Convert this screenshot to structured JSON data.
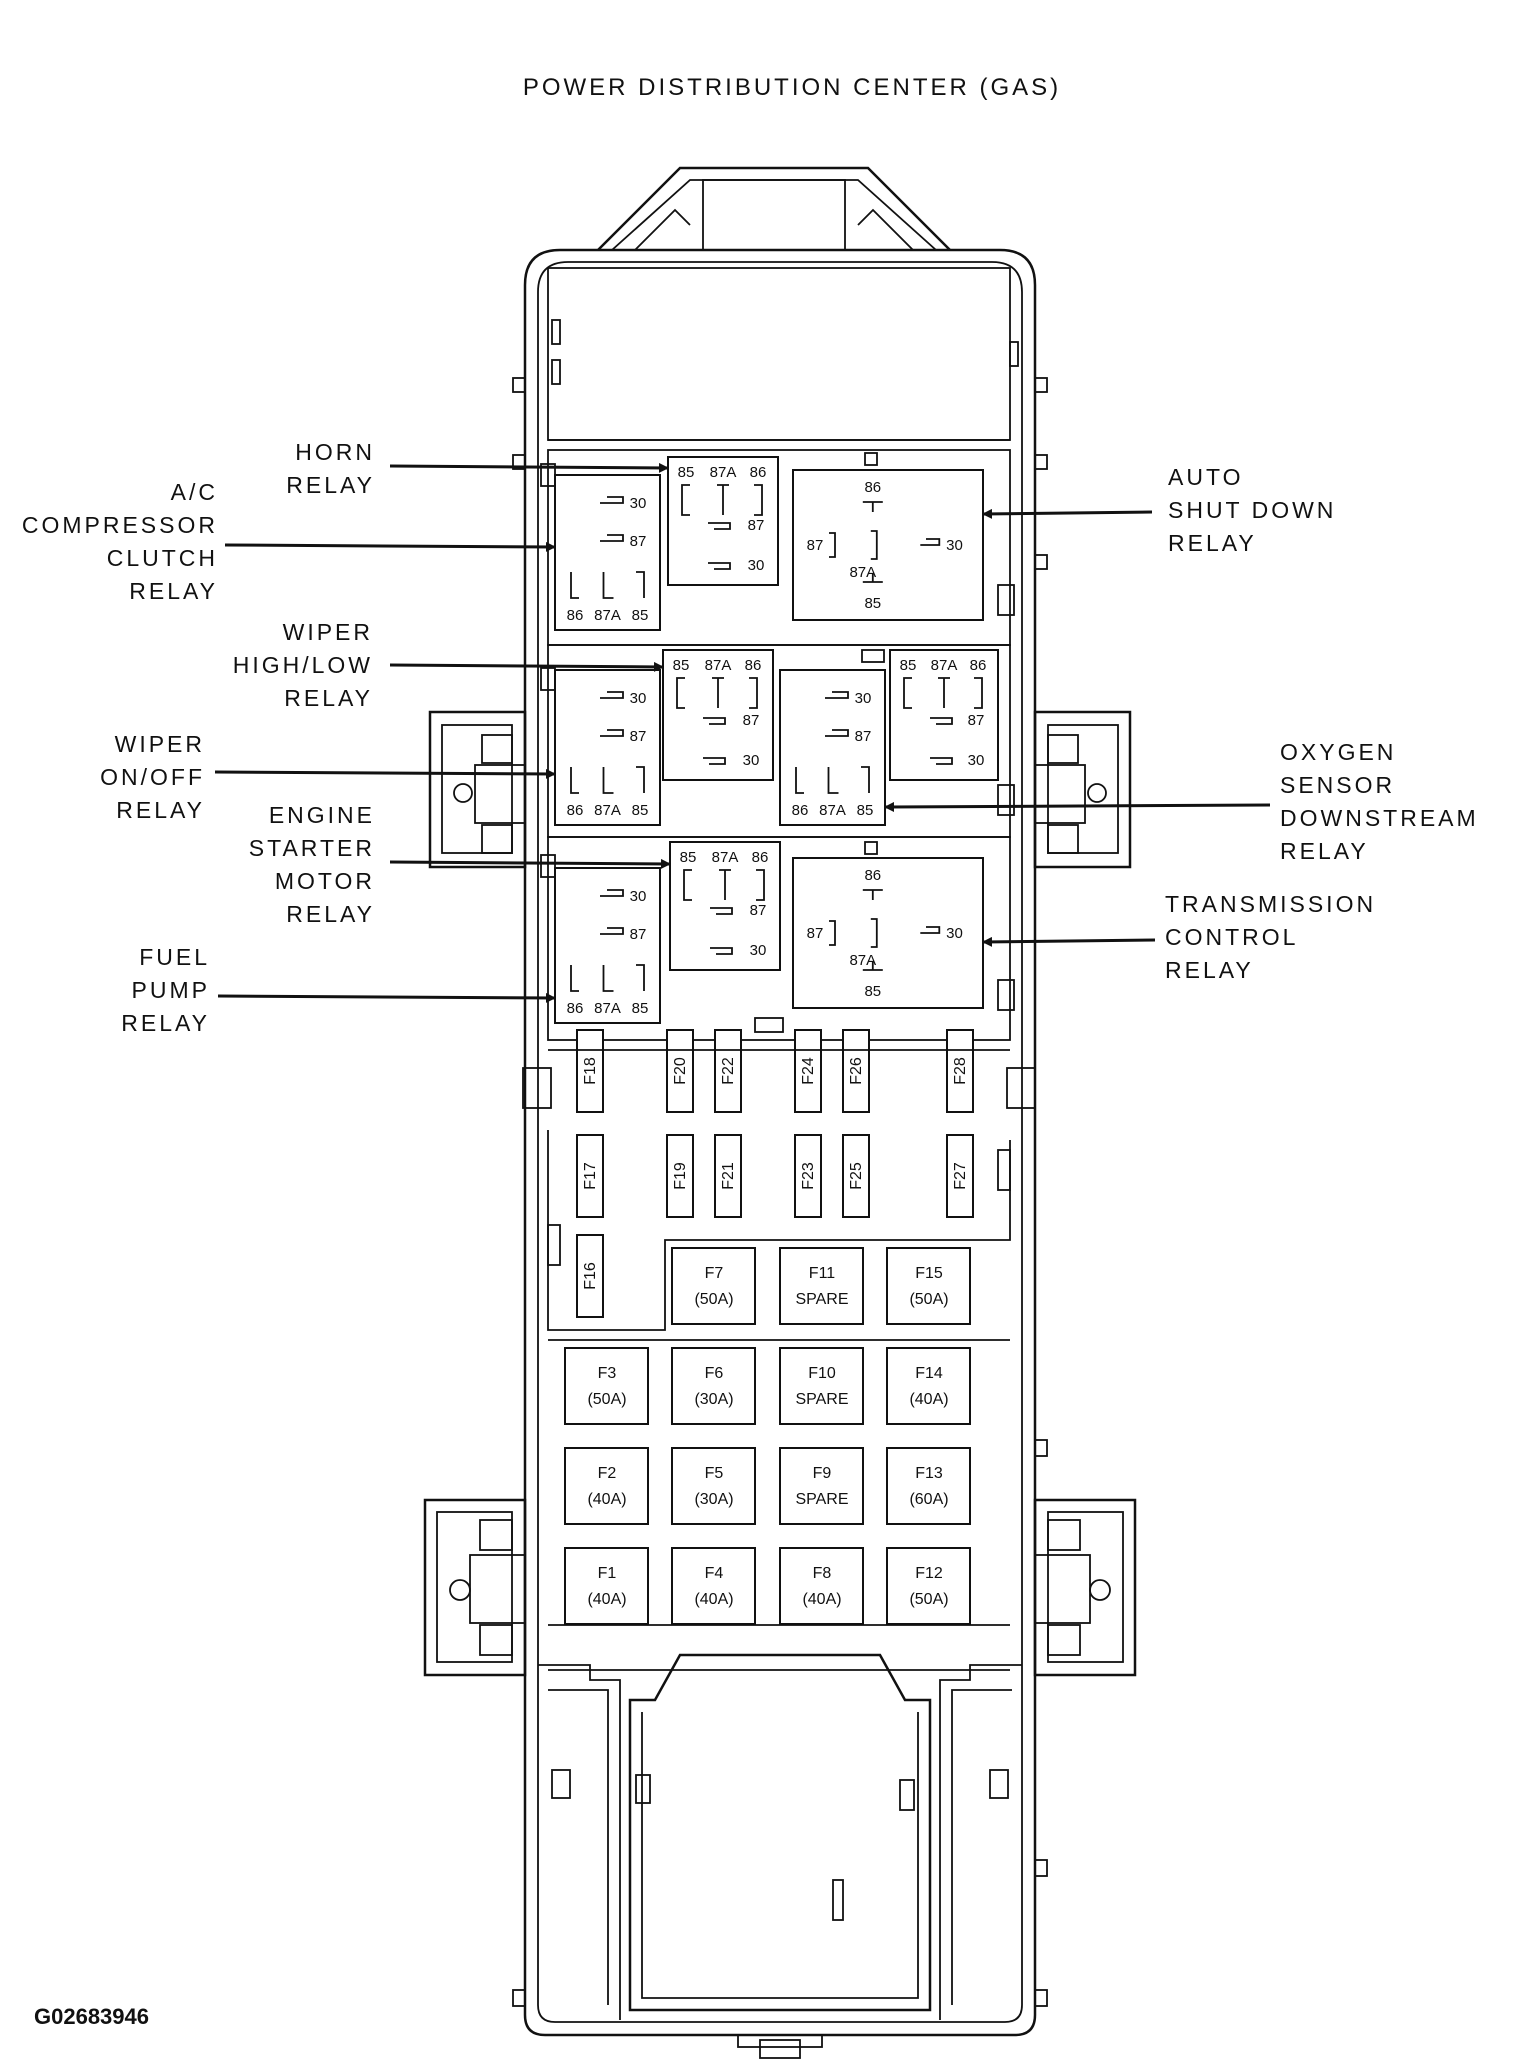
{
  "title": "POWER DISTRIBUTION CENTER (GAS)",
  "figure_code": "G02683946",
  "callouts": {
    "horn_relay": [
      "HORN",
      "RELAY"
    ],
    "ac_compressor_clutch_relay": [
      "A/C",
      "COMPRESSOR",
      "CLUTCH",
      "RELAY"
    ],
    "wiper_high_low_relay": [
      "WIPER",
      "HIGH/LOW",
      "RELAY"
    ],
    "wiper_on_off_relay": [
      "WIPER",
      "ON/OFF",
      "RELAY"
    ],
    "engine_starter_motor_relay": [
      "ENGINE",
      "STARTER",
      "MOTOR",
      "RELAY"
    ],
    "fuel_pump_relay": [
      "FUEL",
      "PUMP",
      "RELAY"
    ],
    "auto_shut_down_relay": [
      "AUTO",
      "SHUT DOWN",
      "RELAY"
    ],
    "oxygen_sensor_downstream_relay": [
      "OXYGEN",
      "SENSOR",
      "DOWNSTREAM",
      "RELAY"
    ],
    "transmission_control_relay": [
      "TRANSMISSION",
      "CONTROL",
      "RELAY"
    ]
  },
  "pins": {
    "p30": "30",
    "p85": "85",
    "p86": "86",
    "p87": "87",
    "p87a": "87A"
  },
  "mini_fuses_top_row": [
    "F18",
    "F20",
    "F22",
    "F24",
    "F26",
    "F28"
  ],
  "mini_fuses_bottom_row": [
    "F17",
    "F19",
    "F21",
    "F23",
    "F25",
    "F27"
  ],
  "mini_fuse_f16": "F16",
  "cartridge_fuses": [
    {
      "id": "F7",
      "rating": "(50A)"
    },
    {
      "id": "F11",
      "rating": "SPARE"
    },
    {
      "id": "F15",
      "rating": "(50A)"
    },
    {
      "id": "F3",
      "rating": "(50A)"
    },
    {
      "id": "F6",
      "rating": "(30A)"
    },
    {
      "id": "F10",
      "rating": "SPARE"
    },
    {
      "id": "F14",
      "rating": "(40A)"
    },
    {
      "id": "F2",
      "rating": "(40A)"
    },
    {
      "id": "F5",
      "rating": "(30A)"
    },
    {
      "id": "F9",
      "rating": "SPARE"
    },
    {
      "id": "F13",
      "rating": "(60A)"
    },
    {
      "id": "F1",
      "rating": "(40A)"
    },
    {
      "id": "F4",
      "rating": "(40A)"
    },
    {
      "id": "F8",
      "rating": "(40A)"
    },
    {
      "id": "F12",
      "rating": "(50A)"
    }
  ]
}
